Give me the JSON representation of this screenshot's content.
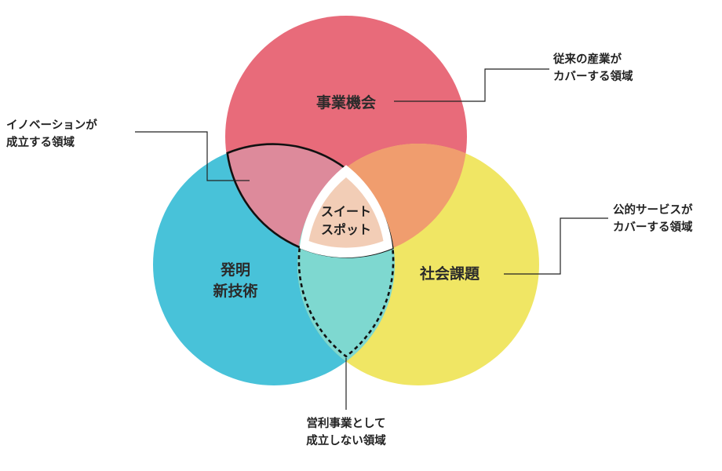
{
  "circles": {
    "business": {
      "label": "事業機会",
      "color": "#e86b7a"
    },
    "technology": {
      "label_lines": [
        "発明",
        "新技術"
      ],
      "color": "#48c2d9"
    },
    "social": {
      "label": "社会課題",
      "color": "#f0e664"
    }
  },
  "overlaps": {
    "innovation": {
      "color": "#dd8a9b"
    },
    "business_social": {
      "color": "#f09d6e"
    },
    "tech_social": {
      "color": "#7ed8d0"
    },
    "sweet_spot": {
      "lines": [
        "スイート",
        "スポット"
      ],
      "color": "#f2cdb6"
    }
  },
  "callouts": {
    "innovation": {
      "lines": [
        "イノベーションが",
        "成立する領域"
      ]
    },
    "conventional_industry": {
      "lines": [
        "従来の産業が",
        "カバーする領域"
      ]
    },
    "public_service": {
      "lines": [
        "公的サービスが",
        "カバーする領域"
      ]
    },
    "non_profitable": {
      "lines": [
        "営利事業として",
        "成立しない領域"
      ]
    }
  }
}
